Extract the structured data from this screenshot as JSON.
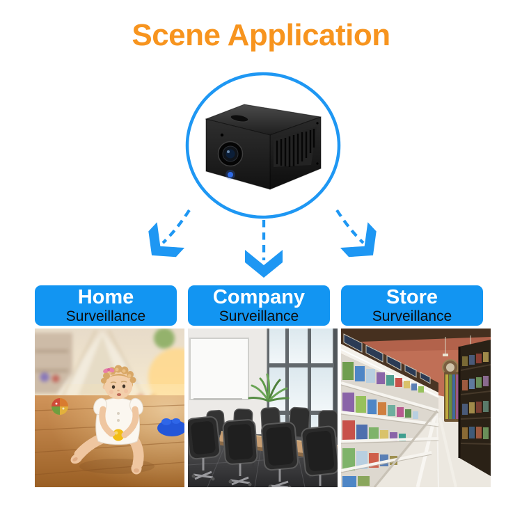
{
  "title": "Scene Application",
  "theme": {
    "title_orange": "#f7941e",
    "accent_blue": "#1295f2",
    "arrow_blue": "#1e97f3",
    "panel_title_color": "#ffffff",
    "panel_subtitle_color": "#0d0d0d",
    "camera_led_blue": "#2e6be8",
    "background": "#ffffff"
  },
  "hero": {
    "badge_icon": "circle-outline",
    "device_icon": "mini-security-camera"
  },
  "connectors": [
    {
      "icon": "arrow-down-left"
    },
    {
      "icon": "arrow-down"
    },
    {
      "icon": "arrow-down-right"
    }
  ],
  "panels": [
    {
      "title": "Home",
      "subtitle": "Surveillance",
      "photo_alt": "baby-playing-on-wooden-floor"
    },
    {
      "title": "Company",
      "subtitle": "Surveillance",
      "photo_alt": "conference-room-with-office-chairs"
    },
    {
      "title": "Store",
      "subtitle": "Surveillance",
      "photo_alt": "supermarket-aisle-with-shelves"
    }
  ]
}
